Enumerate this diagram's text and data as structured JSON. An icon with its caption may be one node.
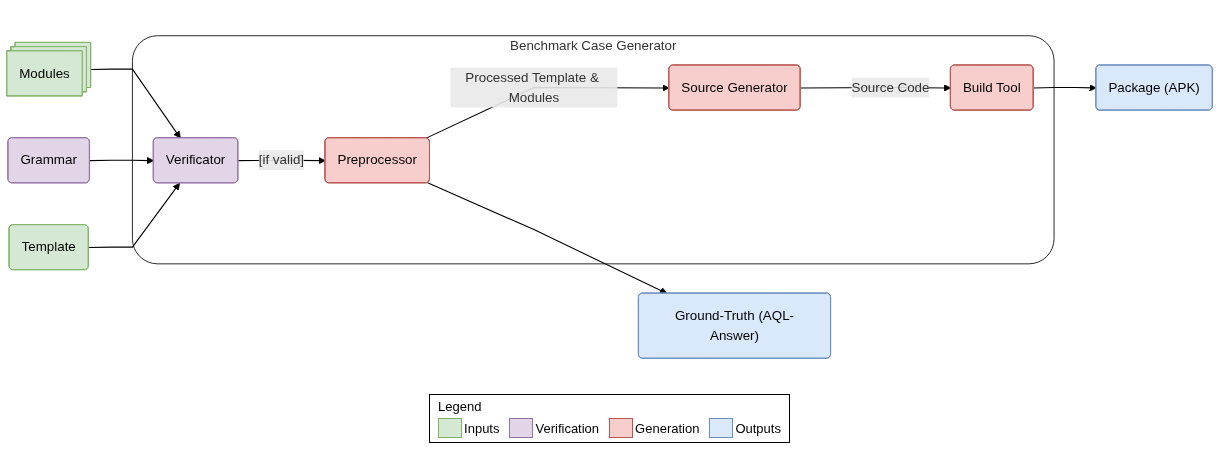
{
  "diagram": {
    "nodes": [
      {
        "text": [
          "Grammar"
        ]
      },
      {
        "text": [
          "Modules"
        ]
      },
      {
        "text": [
          "Template"
        ]
      },
      {
        "text": [
          "Benchmark Case Generator"
        ]
      },
      {
        "text": [
          "Verificator"
        ],
        "in": 3
      },
      {
        "text": [
          "Preprocessor"
        ],
        "in": 3
      },
      {
        "text": [
          "Source Generator"
        ],
        "in": 3
      },
      {
        "text": [
          "Build Tool"
        ],
        "in": 3
      },
      {
        "text": [
          "Package (APK)"
        ]
      },
      {
        "text": [
          "Ground-Truth (AQL-Answer)"
        ]
      }
    ],
    "edges": [
      {
        "from": 1,
        "to": 4,
        "arrow": "to"
      },
      {
        "from": 0,
        "to": 4,
        "arrow": "to"
      },
      {
        "from": 2,
        "to": 4,
        "arrow": "to"
      },
      {
        "from": 4,
        "to": 5,
        "label": "[if valid]",
        "arrow": "to"
      },
      {
        "from": 5,
        "to": 6,
        "label": "Processed Template & Modules",
        "arrow": "to"
      },
      {
        "from": 6,
        "to": 7,
        "label": "Source Code",
        "arrow": "to"
      },
      {
        "from": 7,
        "to": 8,
        "arrow": "to"
      },
      {
        "from": 5,
        "to": 9,
        "arrow": "to"
      }
    ],
    "labels": [
      "Legend"
    ],
    "legend": [
      {
        "text": "Inputs",
        "color": "#d5e8d4"
      },
      {
        "text": "Verification",
        "color": "#e1d5e7"
      },
      {
        "text": "Generation",
        "color": "#f8cecc"
      },
      {
        "text": "Outputs",
        "color": "#dae8fc"
      }
    ]
  }
}
